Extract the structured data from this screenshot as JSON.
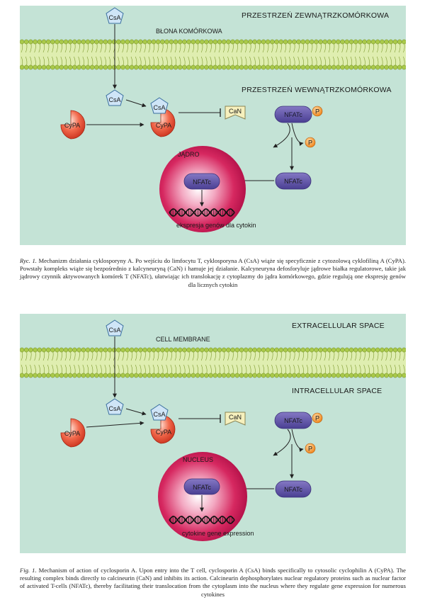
{
  "panels": [
    {
      "extracellular": "PRZESTRZEŃ ZEWNĄTRZKOMÓRKOWA",
      "membrane": "BŁONA KOMÓRKOWA",
      "intracellular": "PRZESTRZEŃ WEWNĄTRZKOMÓRKOWA",
      "nucleus": "JĄDRO",
      "expression": "ekspresja genów dla cytokin"
    },
    {
      "extracellular": "EXTRACELLULAR SPACE",
      "membrane": "CELL MEMBRANE",
      "intracellular": "INTRACELLULAR SPACE",
      "nucleus": "NUCLEUS",
      "expression": "cytokine gene expression"
    }
  ],
  "molecules": {
    "csa": "CsA",
    "cypa": "CyPA",
    "can": "CaN",
    "nfatc": "NFATc",
    "p": "P"
  },
  "captions": [
    {
      "label": "Ryc. 1.",
      "text": "Mechanizm działania cyklosporyny A. Po wejściu do limfocytu T, cyklosporyna A (CsA) wiąże się specyficznie z cytozolową cyklofiliną A (CyPA). Powstały kompleks wiąże się bezpośrednio z kalcyneuryną (CaN) i hamuje jej działanie. Kalcyneuryna defosforyluje jądrowe białka regulatorowe, takie jak jądrowy czynnik aktywowanych komórek T (NFATc), ułatwiając ich translokację z cytoplazmy do jądra komórkowego, gdzie regulują one ekspresję genów dla licznych cytokin"
    },
    {
      "label": "Fig. 1.",
      "text": "Mechanism of action of cyclosporin A. Upon entry into the T cell, cyclosporin A (CsA) binds specifically to cytosolic cyclophilin A (CyPA). The resulting complex binds directly to calcineurin (CaN) and inhibits its action. Calcineurin dephosphorylates nuclear regulatory proteins such as nuclear factor of activated T-cells (NFATc), thereby facilitating their translocation from the cytoplasm into the nucleus where they regulate gene expression for numerous cytokines"
    }
  ],
  "colors": {
    "background": "#c4e3d6",
    "membrane": "#a9c94a",
    "csa": "#cfe5f7",
    "cypa": "#e0452e",
    "can": "#f6f0bd",
    "nfatc": "#5b4fa6",
    "phosphate": "#f08a1e",
    "nucleus": "#cf1f56"
  }
}
